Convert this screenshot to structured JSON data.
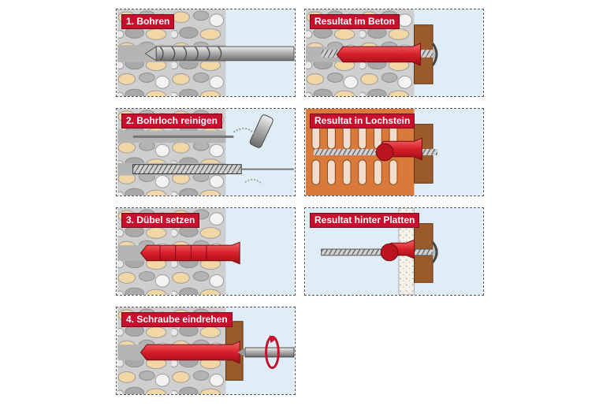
{
  "steps": [
    {
      "label": "1. Bohren"
    },
    {
      "label": "2. Bohrloch reinigen"
    },
    {
      "label": "3. Dübel setzen"
    },
    {
      "label": "4. Schraube eindrehen"
    }
  ],
  "results": [
    {
      "label": "Resultat im Beton"
    },
    {
      "label": "Resultat in Lochstein"
    },
    {
      "label": "Resultat hinter Platten"
    }
  ],
  "colors": {
    "label_bg": "#c8102e",
    "dowel": "#e23a3a",
    "wood": "#9a5a2a",
    "sky": "#dfeef6",
    "brick": "#d9793a",
    "concrete": "#c9c9c9"
  }
}
